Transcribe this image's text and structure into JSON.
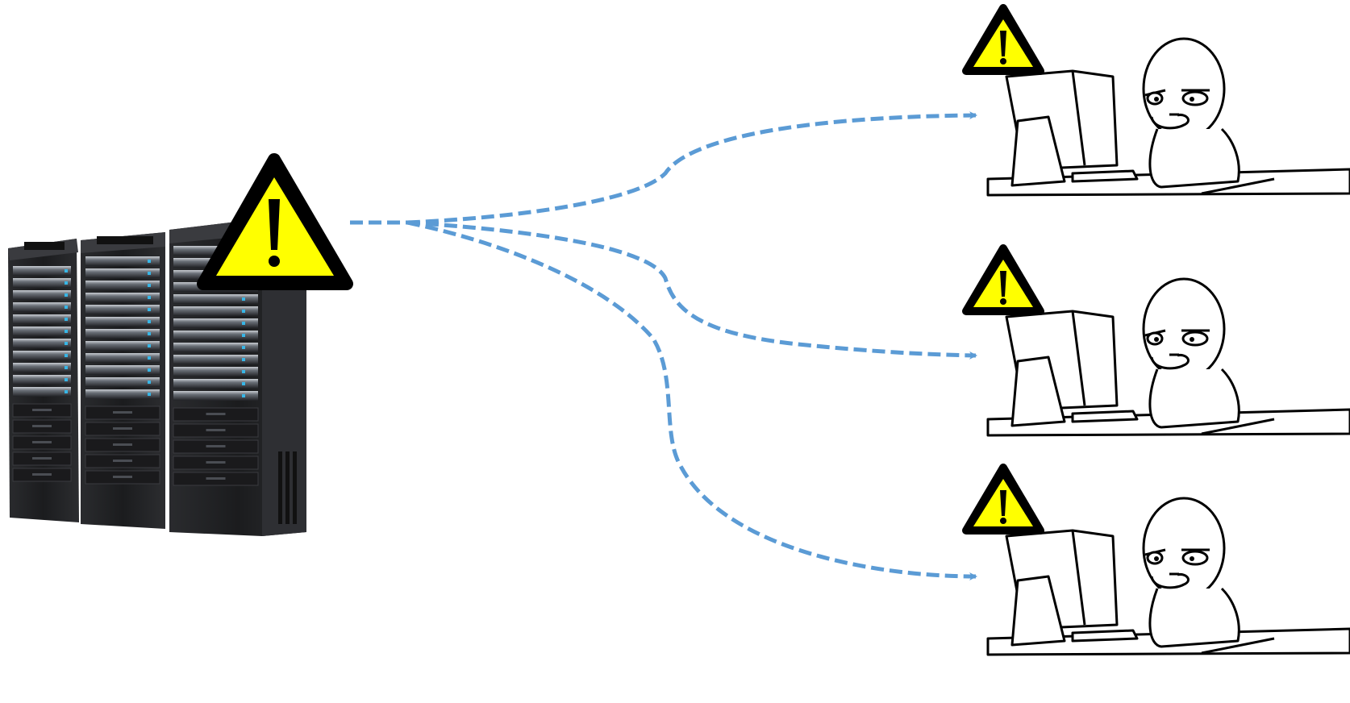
{
  "diagram": {
    "source": {
      "name": "server-racks",
      "rack_count": 3,
      "alert": "warning-icon"
    },
    "targets": [
      {
        "name": "user-workstation",
        "alert": "warning-icon"
      },
      {
        "name": "user-workstation",
        "alert": "warning-icon"
      },
      {
        "name": "user-workstation",
        "alert": "warning-icon"
      }
    ],
    "connector_style": "dashed-arrow"
  },
  "colors": {
    "arrow": "#5b9bd5",
    "warning_fill": "#ffff00",
    "warning_stroke": "#000000",
    "rack_body": "#1e1e20",
    "rack_highlight": "#9aa0a8",
    "led": "#38b6e6",
    "line_art": "#000000"
  }
}
